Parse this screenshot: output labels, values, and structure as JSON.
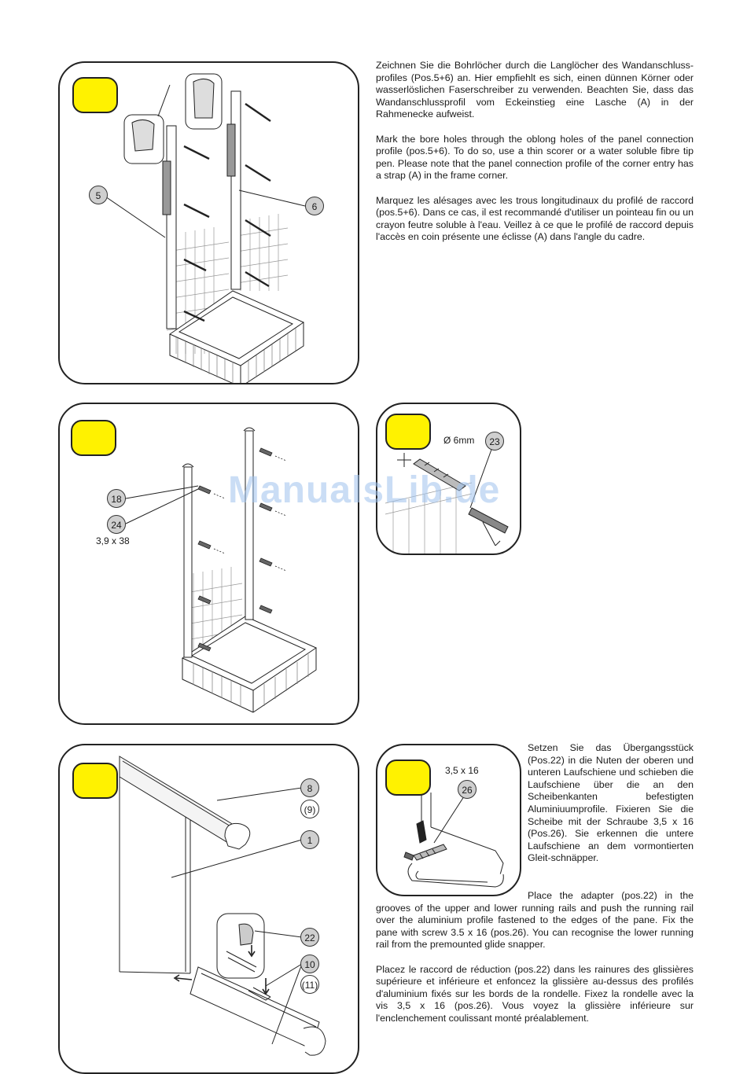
{
  "watermark": "ManualsLib.de",
  "step1": {
    "callouts": [
      "5",
      "6"
    ],
    "text_de": "Zeichnen Sie die Bohrlöcher durch die Langlöcher des Wandanschluss-profiles (Pos.5+6) an. Hier empfiehlt es sich, einen dünnen Körner oder wasserlöslichen Faserschreiber zu verwenden. Beachten Sie, dass das Wandanschlussprofil vom Eckeinstieg eine Lasche (A) in der Rahmenecke aufweist.",
    "text_en": "Mark the bore holes through the oblong holes of the panel connection profile (pos.5+6). To do so, use a thin scorer or a water soluble fibre tip pen. Please note that the panel connection profile of the corner entry has a strap (A) in the frame corner.",
    "text_fr": "Marquez les alésages avec les trous longitudinaux du profilé de raccord (pos.5+6). Dans ce cas, il est recommandé d'utiliser un pointeau fin ou un crayon feutre soluble à l'eau. Veillez à ce que le profilé de raccord depuis l'accès en coin présente une éclisse (A) dans l'angle du cadre."
  },
  "step2": {
    "callouts": [
      "18",
      "24"
    ],
    "screw_size": "3,9 x 38"
  },
  "step3": {
    "drill": "Ø 6mm",
    "callout": "23"
  },
  "step4": {
    "callouts": [
      "8",
      "(9)",
      "1",
      "22",
      "10",
      "(11)"
    ]
  },
  "step5": {
    "screw_size": "3,5 x 16",
    "callout": "26",
    "text_de": "Setzen Sie das Übergangsstück (Pos.22) in die Nuten der oberen und unteren Laufschiene und schieben die Laufschiene über die an den Scheibenkanten befestigten Aluminiuumprofile. Fixieren Sie die Scheibe mit der Schraube 3,5 x 16 (Pos.26). Sie erkennen die untere Laufschiene an dem vormontierten Gleit-schnäpper.",
    "text_en": "Place the adapter (pos.22) in the grooves of the upper and lower running rails and push the running rail over the aluminium profile fastened to the edges of the pane. Fix the pane with screw 3.5 x 16 (pos.26). You can recognise the lower running rail from the premounted glide snapper.",
    "text_fr": "Placez le raccord de réduction (pos.22) dans les rainures des glissières supérieure et inférieure et enfoncez la glissière au-dessus des profilés d'aluminium fixés sur les bords de la rondelle. Fixez la rondelle avec la vis 3,5 x 16 (pos.26). Vous voyez la glissière inférieure sur l'enclenchement coulissant monté préalablement."
  },
  "colors": {
    "badge": "#fff200",
    "callout": "#cfcfcf",
    "watermark": "#9fc3ee"
  }
}
